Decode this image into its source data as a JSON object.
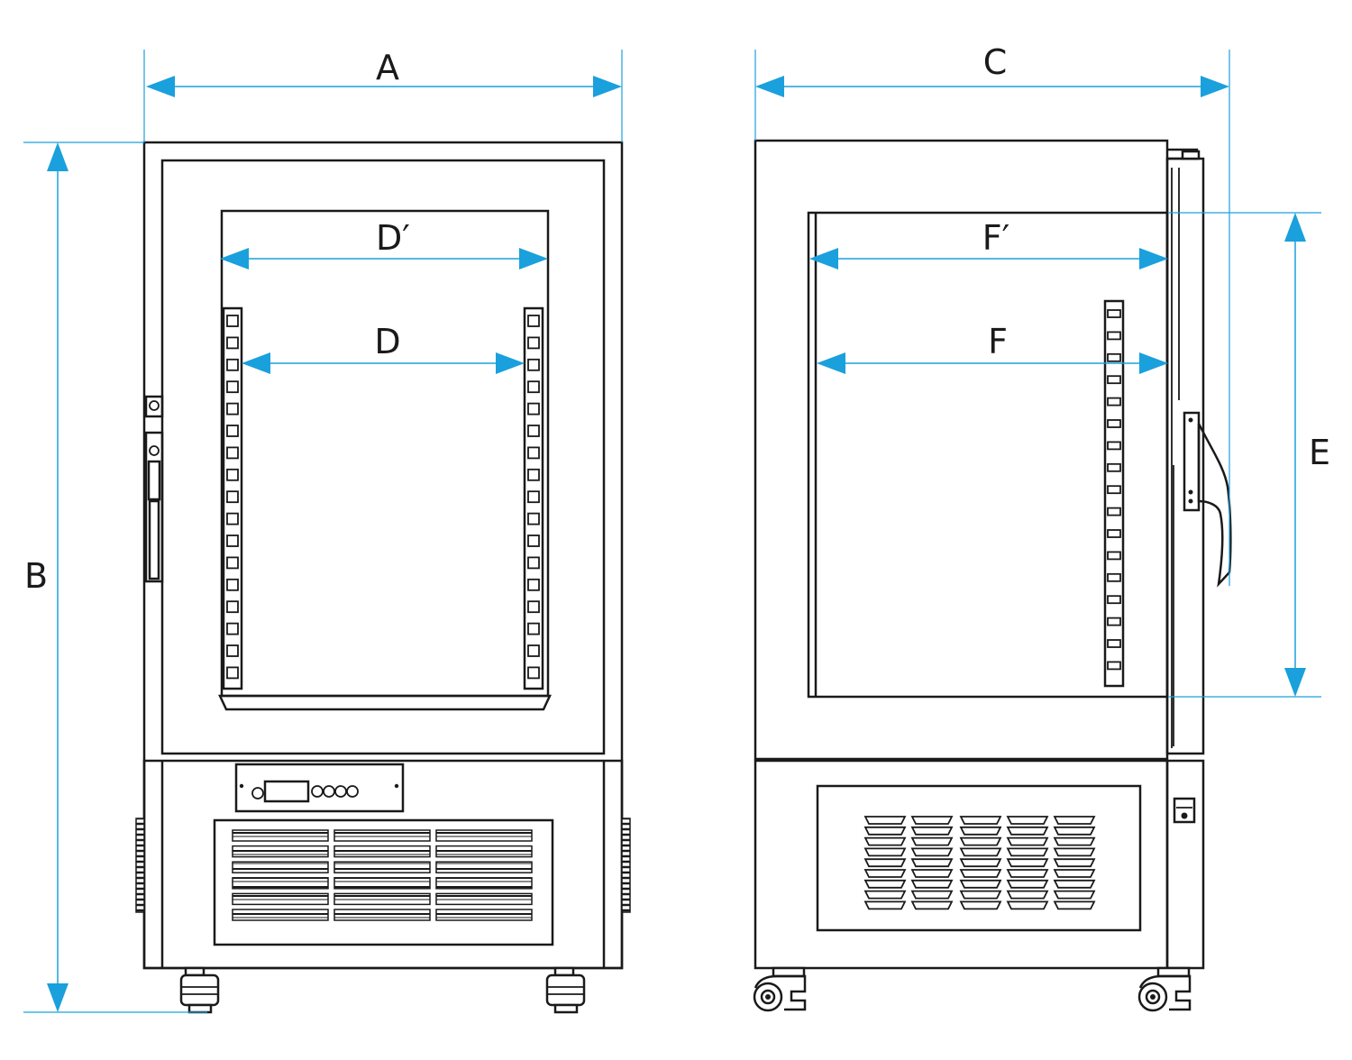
{
  "dimension_labels": {
    "a": "A",
    "b": "B",
    "c": "C",
    "d": "D",
    "d_prime": "D′",
    "e": "E",
    "f": "F",
    "f_prime": "F′"
  },
  "colors": {
    "outline": "#1a1a1a",
    "dimension": "#1aa0dc"
  }
}
